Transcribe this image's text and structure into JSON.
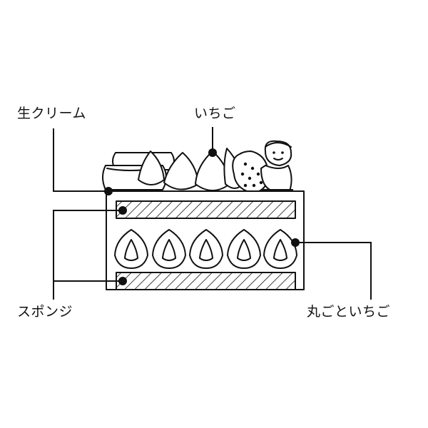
{
  "labels": {
    "fresh_cream": "生クリーム",
    "strawberry": "いちご",
    "sponge": "スポンジ",
    "whole_strawberry": "丸ごといちご"
  },
  "colors": {
    "line": "#111111",
    "background": "#ffffff"
  }
}
